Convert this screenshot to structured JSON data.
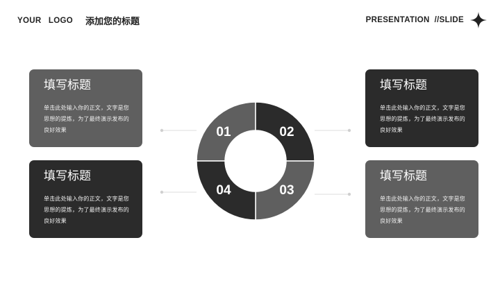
{
  "header": {
    "logo": "YOUR   LOGO",
    "title": "添加您的标题",
    "right_label": "PRESENTATION  //SLIDE",
    "star_icon": "four-point-star-icon"
  },
  "cards": [
    {
      "title": "填写标题",
      "body": "单击此处输入你的正文，文字是您思想的提炼，为了最终演示发布的良好效果"
    },
    {
      "title": "填写标题",
      "body": "单击此处输入你的正文，文字是您思想的提炼，为了最终演示发布的良好效果"
    },
    {
      "title": "填写标题",
      "body": "单击此处输入你的正文，文字是您思想的提炼，为了最终演示发布的良好效果"
    },
    {
      "title": "填写标题",
      "body": "单击此处输入你的正文，文字是您思想的提炼，为了最终演示发布的良好效果"
    }
  ],
  "donut": {
    "labels": [
      "01",
      "02",
      "03",
      "04"
    ],
    "colors": {
      "segment_01": "#5f5f5f",
      "segment_02": "#2b2b2b",
      "segment_03": "#5f5f5f",
      "segment_04": "#2b2b2b"
    }
  }
}
